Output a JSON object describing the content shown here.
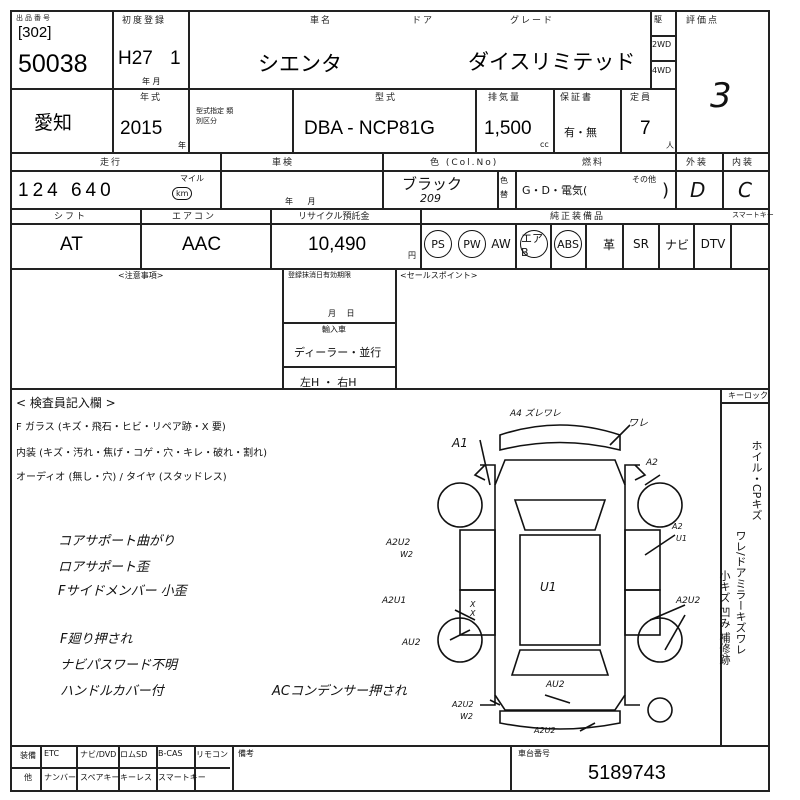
{
  "header": {
    "label_lot": "出品番号",
    "label_first_reg": "初度登録",
    "label_car_name": "車名",
    "label_door": "ドア",
    "label_grade": "グレード",
    "label_drive": "駆",
    "label_2wd": "2WD",
    "label_4wd": "4WD",
    "label_score": "評価点",
    "lot_sub": "[302]",
    "lot_number": "50038",
    "first_reg_era": "H27",
    "first_reg_month": "1",
    "first_reg_unit": "年  月",
    "car_name": "シエンタ",
    "grade": "ダイスリミテッド",
    "score": "3"
  },
  "row2": {
    "label_model_year": "年式",
    "label_chassis": "型式",
    "label_displacement": "排気量",
    "label_warranty": "保証書",
    "label_capacity": "定員",
    "label_color_note": "車検",
    "region": "愛知",
    "model_year": "2015",
    "year_unit": "年",
    "type_note": "型式指定 類別区分",
    "model_code": "DBA - NCP81G",
    "displacement": "1,500",
    "displacement_unit": "cc",
    "warranty": "有・無",
    "capacity": "7",
    "capacity_unit": "人"
  },
  "row3": {
    "label_mileage": "走行",
    "label_inspection": "車検",
    "label_color": "色 (Col.No)",
    "label_change": "色替",
    "label_fuel": "燃料",
    "label_exterior": "外装",
    "label_interior": "内装",
    "mileage": "124 640",
    "mileage_unit_mile": "マイル",
    "mileage_unit_km": "km",
    "inspection_unit": "年     月",
    "color": "ブラック",
    "color_no": "209",
    "color_side": "色替",
    "fuel": "G・D・電気(",
    "fuel_other": "その他",
    "fuel_close": ")",
    "exterior": "D",
    "interior": "C"
  },
  "row4": {
    "label_shift": "シフト",
    "label_aircon": "エアコン",
    "label_recycle": "リサイクル預託金",
    "label_equipment": "純正装備品",
    "label_smart": "スマートキー",
    "shift": "AT",
    "aircon": "AAC",
    "recycle": "10,490",
    "recycle_unit": "円",
    "equipment": [
      "PS",
      "PW",
      "AW",
      "エアB",
      "ABS",
      "革",
      "SR",
      "ナビ",
      "DTV"
    ],
    "equipment_circled": [
      "PS",
      "PW",
      "エアB",
      "ABS"
    ]
  },
  "notes": {
    "label_caution": "<注意事項>",
    "label_reg_date": "登録抹消日有効期限",
    "label_sales_point": "<セールスポイント>",
    "reg_unit": "月     日",
    "label_import": "輸入車",
    "import_value": "ディーラー・並行",
    "steering": "左H ・ 右H"
  },
  "inspection": {
    "label": "< 検査員記入欄 >",
    "glass": "F ガラス (キズ・飛石・ヒビ・リペア跡・X 要)",
    "interior": "内装 (キズ・汚れ・焦げ・コゲ・穴・キレ・破れ・割れ)",
    "audio": "オーディオ (無し・穴) / タイヤ (スタッドレス)",
    "keyless_label": "キーロック",
    "right_vertical": "ホイル・CPキズ",
    "right_vertical_2": "ワレ/ドアミラーキズワレ",
    "right_vertical_3": "小キズ 凹み 補修跡"
  },
  "handwritten": {
    "line1": "コアサポート曲がり",
    "line2": "ロアサポート歪",
    "line3": "Fサイドメンバー 小歪",
    "line4": "F廻り押され",
    "line5": "ナビパスワード不明",
    "line6": "ハンドルカバー付",
    "line7": "ACコンデンサー押され"
  },
  "diagram_marks": {
    "a4": "A4 ズレワレ",
    "top_right": "ワレ",
    "a1": "A1",
    "a2_right": "A2",
    "a2u2_left": "A2U2",
    "w2_left": "W2",
    "a2_right2": "A2",
    "u1_right": "U1",
    "a2u1": "A2U1",
    "u1_center": "U1",
    "a2u2_right": "A2U2",
    "au2_left": "AU2",
    "xx": "X X",
    "au2_bottom": "AU2",
    "a2u2_bl": "A2U2",
    "w2_bl": "W2",
    "a2u2_bottom": "A2U2"
  },
  "footer": {
    "label_other": "装備",
    "label_other2": "他",
    "items_row1": [
      "ETC",
      "ナビ/DVD",
      "ロムSD",
      "B-CAS",
      "リモコン"
    ],
    "items_row2": [
      "ナンバー",
      "スペアキー",
      "キーレス",
      "スマートキー"
    ],
    "label_note": "備考",
    "label_chassis_no": "車台番号",
    "chassis_no": "5189743"
  }
}
